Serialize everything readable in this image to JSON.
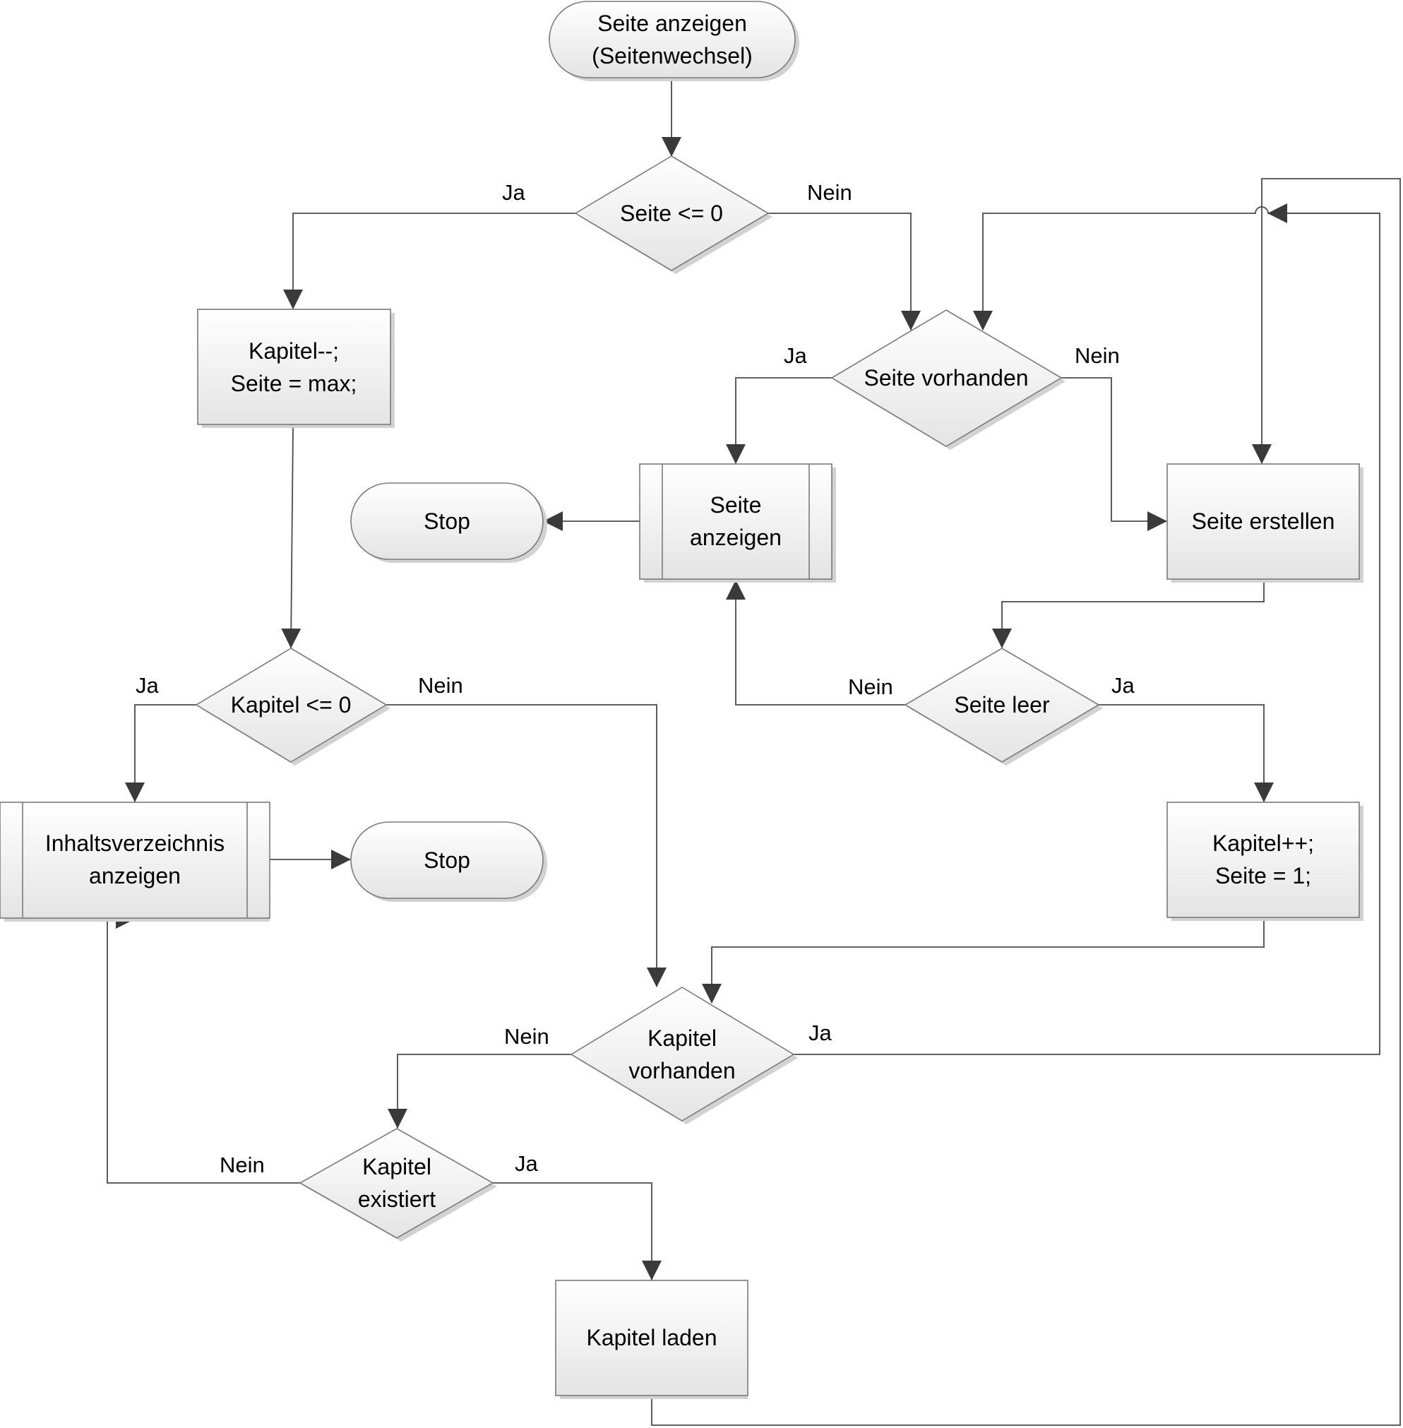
{
  "nodes": {
    "start": [
      "Seite anzeigen",
      "(Seitenwechsel)"
    ],
    "dec_seite_le0": [
      "Seite <= 0"
    ],
    "proc_kapitel_dec": [
      "Kapitel--;",
      "Seite = max;"
    ],
    "dec_seite_vorhanden": [
      "Seite vorhanden"
    ],
    "sub_seite_anzeigen": [
      "Seite",
      "anzeigen"
    ],
    "stop_1": [
      "Stop"
    ],
    "proc_seite_erstellen": [
      "Seite erstellen"
    ],
    "dec_kapitel_le0": [
      "Kapitel <= 0"
    ],
    "dec_seite_leer": [
      "Seite leer"
    ],
    "sub_inhaltsverzeichnis": [
      "Inhaltsverzeichnis",
      "anzeigen"
    ],
    "stop_2": [
      "Stop"
    ],
    "proc_kapitel_inc": [
      "Kapitel++;",
      "Seite = 1;"
    ],
    "dec_kapitel_vorhanden": [
      "Kapitel",
      "vorhanden"
    ],
    "dec_kapitel_existiert": [
      "Kapitel",
      "existiert"
    ],
    "proc_kapitel_laden": [
      "Kapitel laden"
    ]
  },
  "edge_labels": {
    "seite_le0_ja": "Ja",
    "seite_le0_nein": "Nein",
    "seite_vorhanden_ja": "Ja",
    "seite_vorhanden_nein": "Nein",
    "kapitel_le0_ja": "Ja",
    "kapitel_le0_nein": "Nein",
    "seite_leer_nein": "Nein",
    "seite_leer_ja": "Ja",
    "kapitel_vorhanden_nein": "Nein",
    "kapitel_vorhanden_ja": "Ja",
    "kapitel_existiert_nein": "Nein",
    "kapitel_existiert_ja": "Ja"
  }
}
